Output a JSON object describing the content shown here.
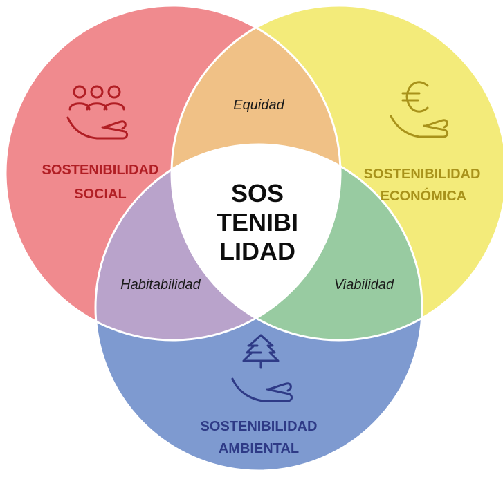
{
  "colors": {
    "social": "#F08A8E",
    "economica": "#F3EB7A",
    "ambiental": "#7E9AD0",
    "equidad": "#F0C186",
    "viabilidad": "#98CBA1",
    "habitabilidad": "#B9A3CB",
    "center": "#FFFFFF",
    "social_text": "#B11E24",
    "economica_text": "#A8921A",
    "ambiental_text": "#2E3A86"
  },
  "center": {
    "lines": [
      "SOS",
      "TENIBI",
      "LIDAD"
    ]
  },
  "circles": {
    "social": {
      "title_lines": [
        "SOSTENIBILIDAD",
        "SOCIAL"
      ],
      "icon": "people-hand-icon"
    },
    "economica": {
      "title_lines": [
        "SOSTENIBILIDAD",
        "ECONÓMICA"
      ],
      "icon": "euro-hand-icon"
    },
    "ambiental": {
      "title_lines": [
        "SOSTENIBILIDAD",
        "AMBIENTAL"
      ],
      "icon": "trees-hand-icon"
    }
  },
  "overlaps": {
    "equidad": "Equidad",
    "viabilidad": "Viabilidad",
    "habitabilidad": "Habitabilidad"
  }
}
